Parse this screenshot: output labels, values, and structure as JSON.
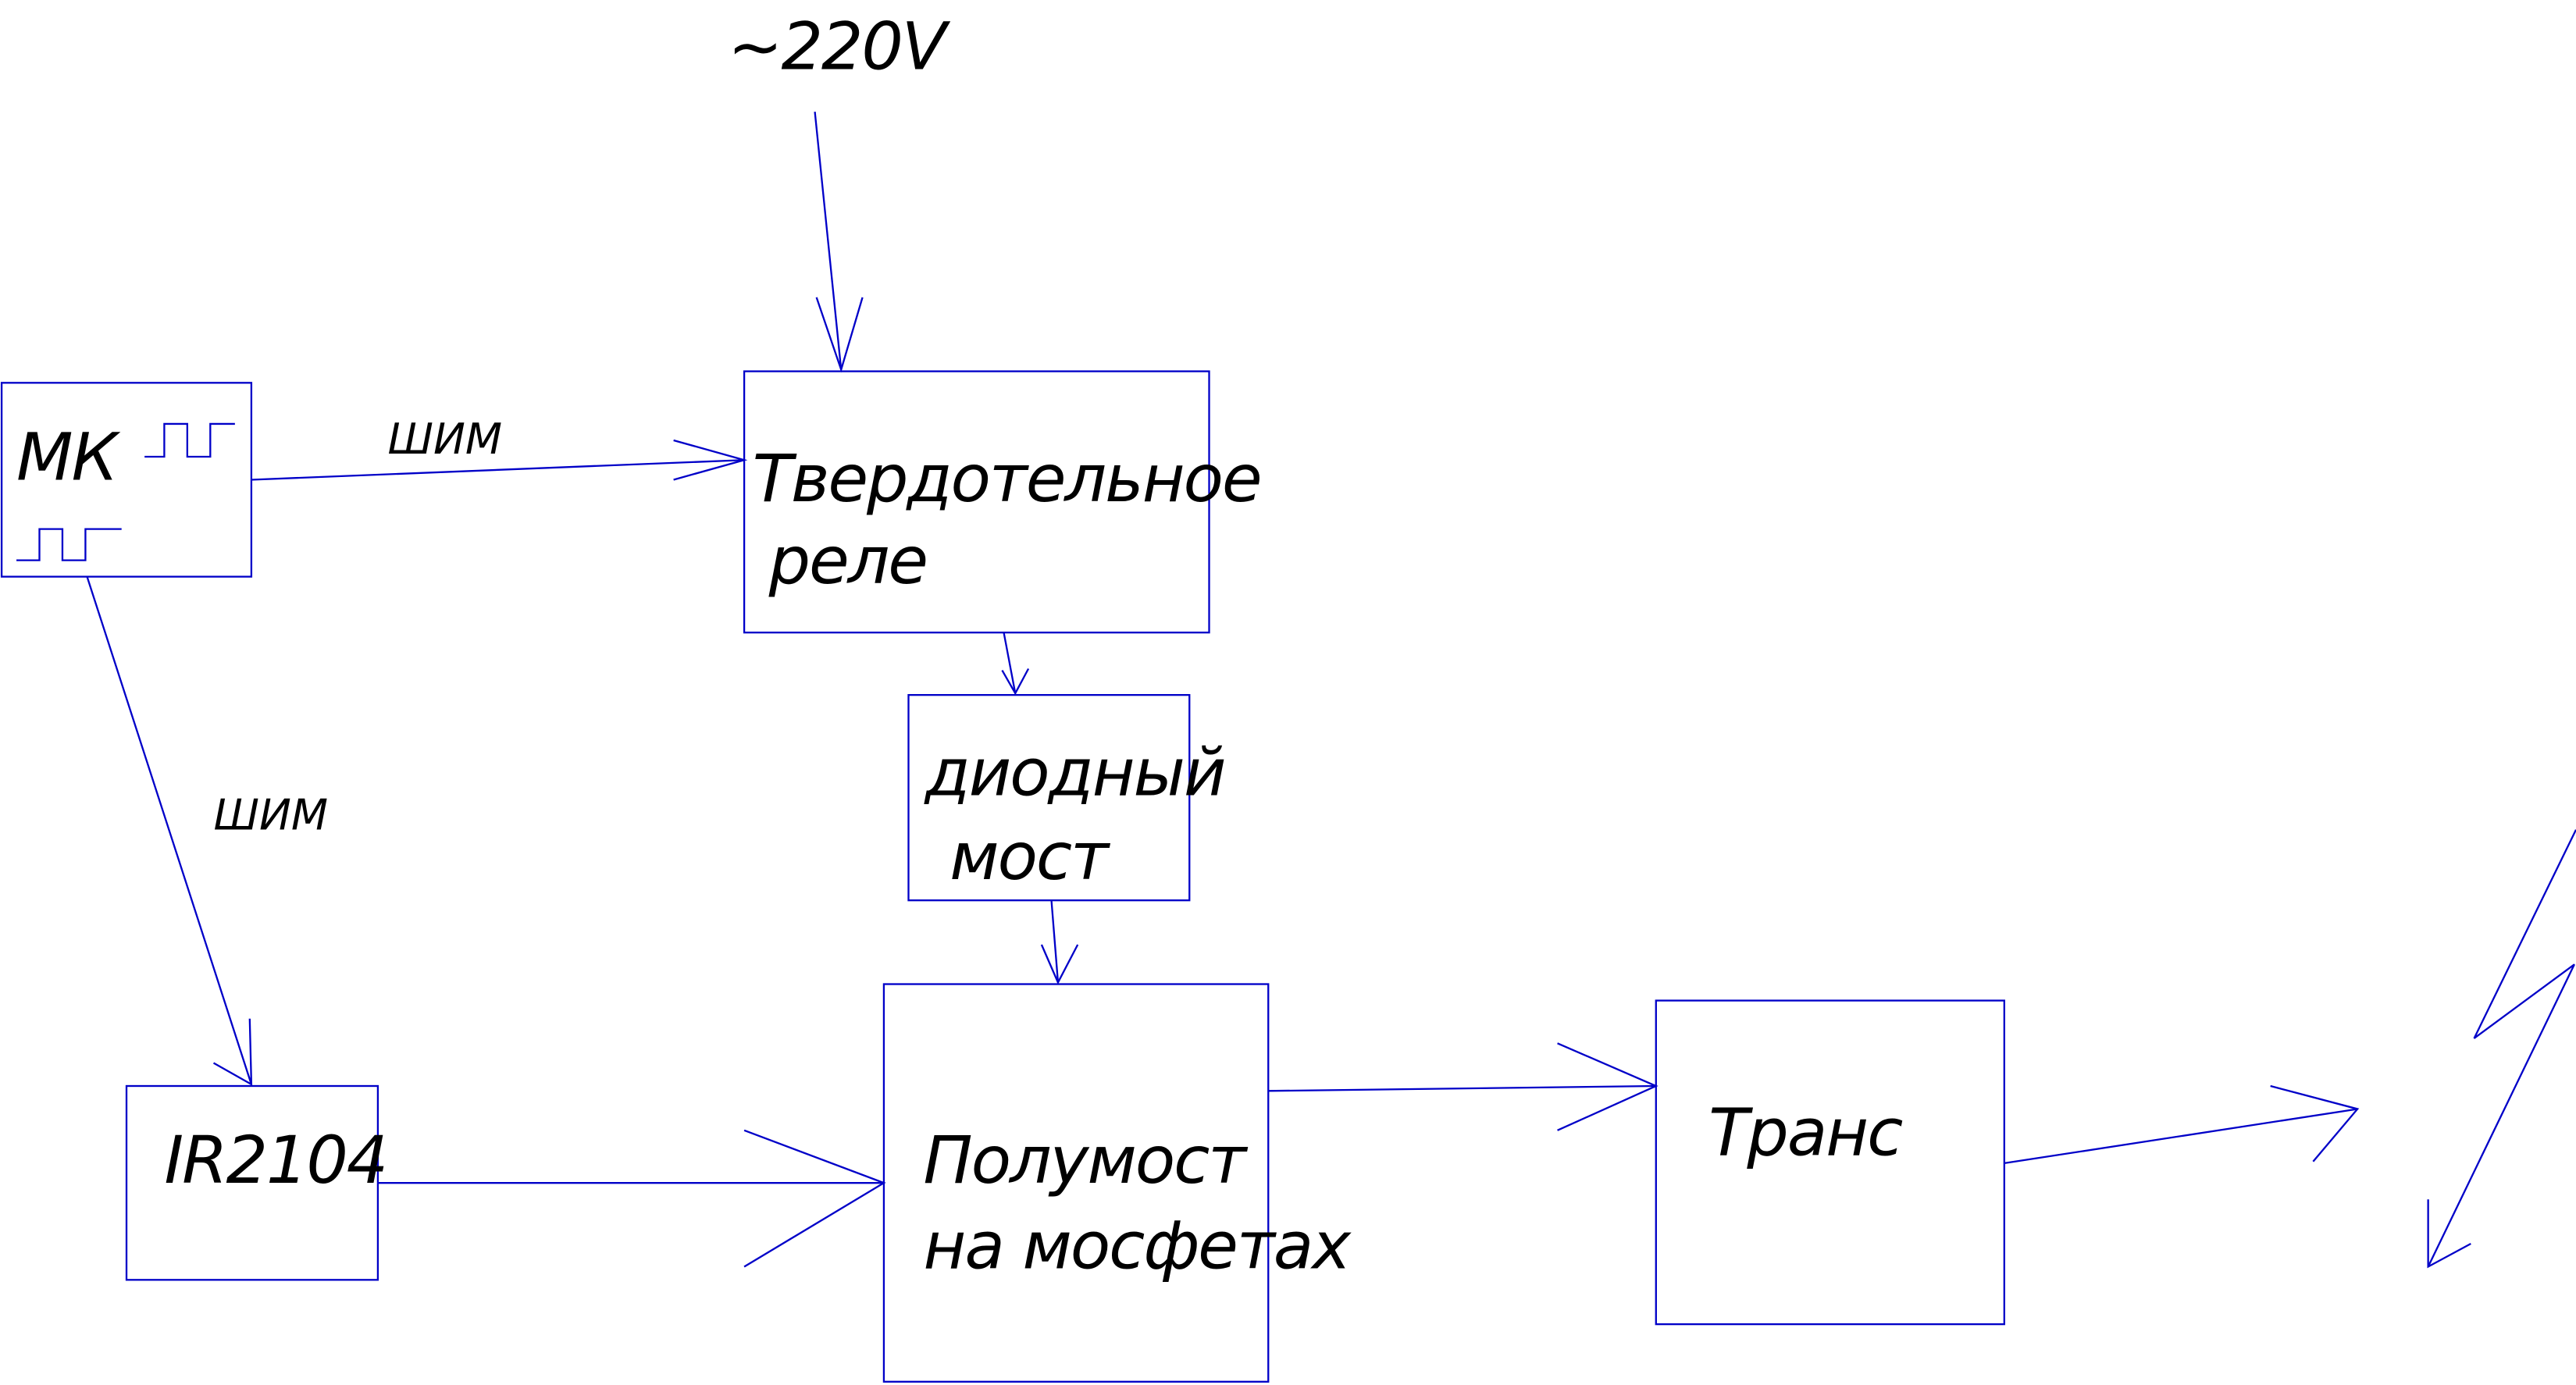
{
  "diagram": {
    "supply_label": "~220V",
    "pwm_label_top": "ШИМ",
    "pwm_label_left": "ШИМ",
    "blocks": {
      "mcu": {
        "label": "МК"
      },
      "relay": {
        "line1": "Твердотельное",
        "line2": "реле"
      },
      "diode_bridge": {
        "line1": "диодный",
        "line2": "мост"
      },
      "driver": {
        "label": "IR2104"
      },
      "half_bridge": {
        "line1": "Полумост",
        "line2": "на мосфетах"
      },
      "transformer": {
        "label": "Транс"
      }
    },
    "line_color": "#0000c8",
    "text_color": "#000000"
  }
}
